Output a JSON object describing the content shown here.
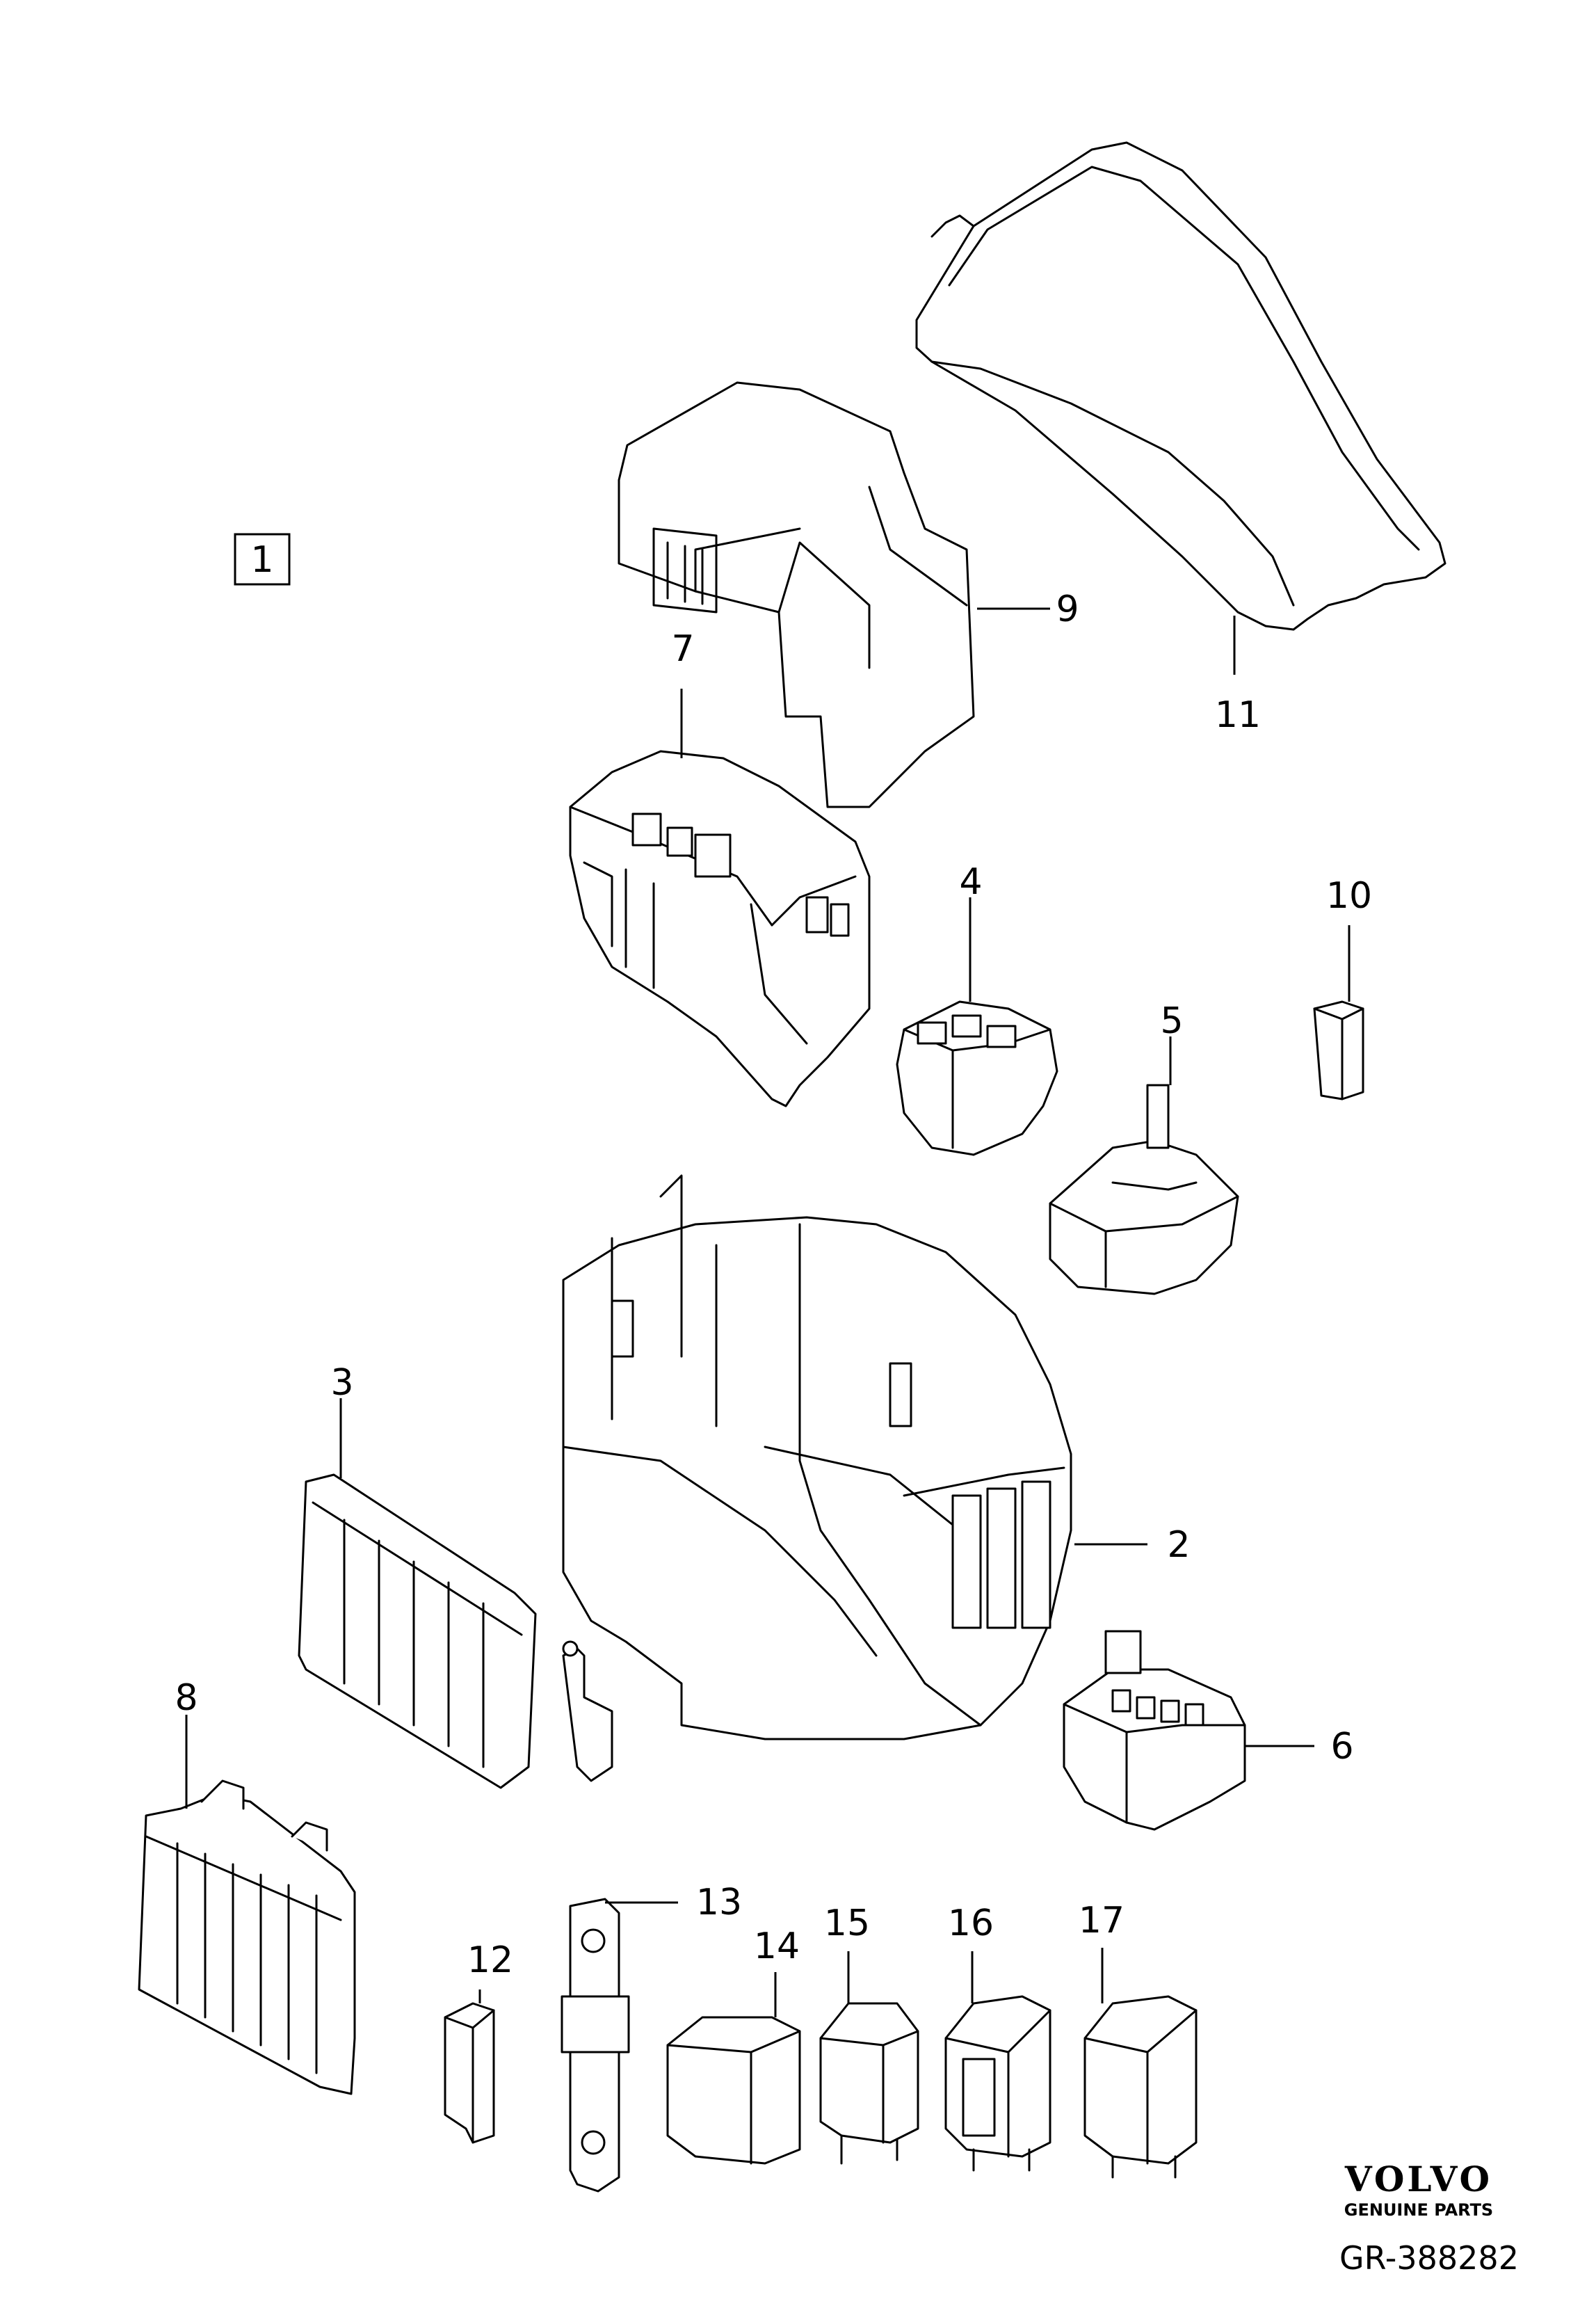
{
  "diagram": {
    "assembly_label": "1",
    "callouts": [
      "2",
      "3",
      "4",
      "5",
      "6",
      "7",
      "8",
      "9",
      "10",
      "11",
      "12",
      "13",
      "14",
      "15",
      "16",
      "17"
    ]
  },
  "brand": {
    "name": "VOLVO",
    "tagline": "GENUINE PARTS"
  },
  "reference": "GR-388282"
}
